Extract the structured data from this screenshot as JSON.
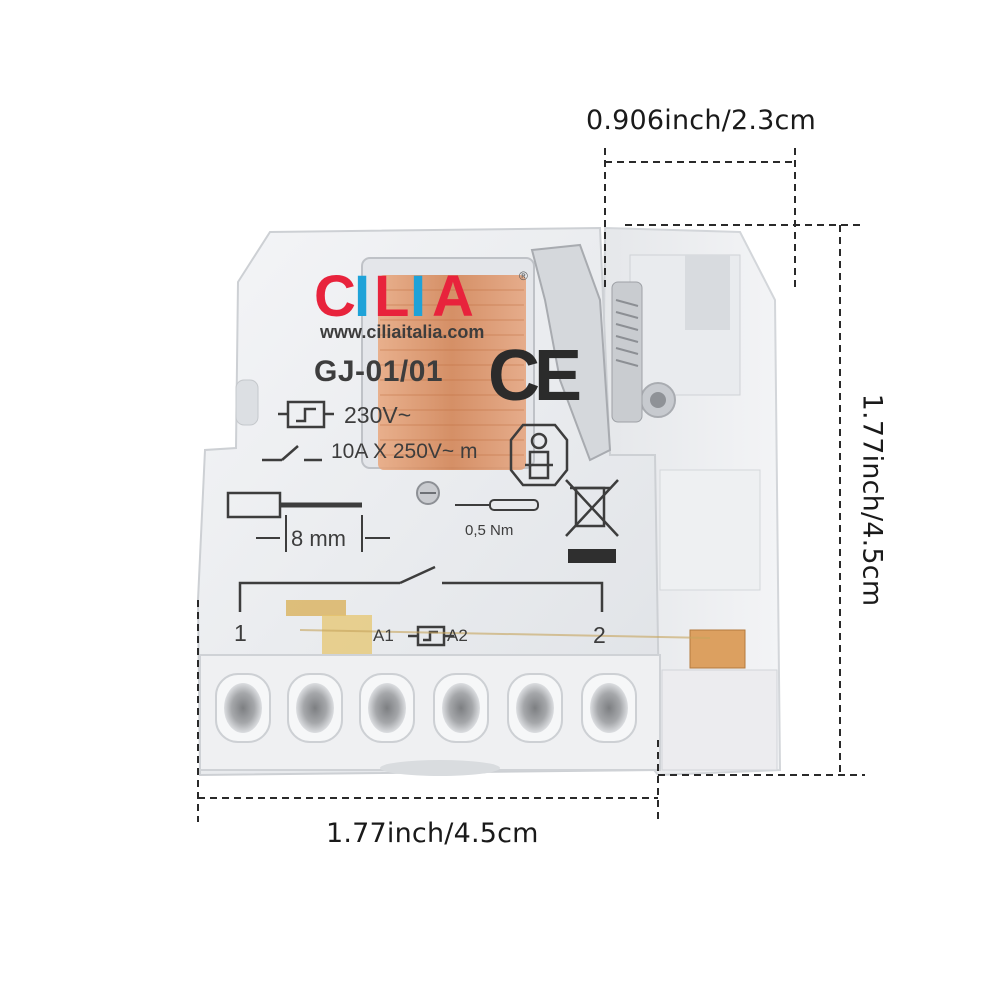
{
  "dimensions": {
    "width_label": "0.906inch/2.3cm",
    "height_label": "1.77inch/4.5cm",
    "length_label": "1.77inch/4.5cm"
  },
  "product": {
    "brand": "CILIA",
    "website": "www.ciliaitalia.com",
    "model": "GJ-01/01",
    "coil_voltage": "230V~",
    "contact_rating": "10A X 250V~ m",
    "strip_length": "8 mm",
    "torque": "0,5 Nm",
    "certification": "CE",
    "terminal_1": "1",
    "terminal_2": "2",
    "coil_terminal_a1": "A1",
    "coil_terminal_a2": "A2"
  },
  "colors": {
    "brand_red": "#e8233c",
    "brand_blue": "#1ea2d8",
    "coil_copper": "#d98b5a",
    "housing": "#eceef1"
  }
}
